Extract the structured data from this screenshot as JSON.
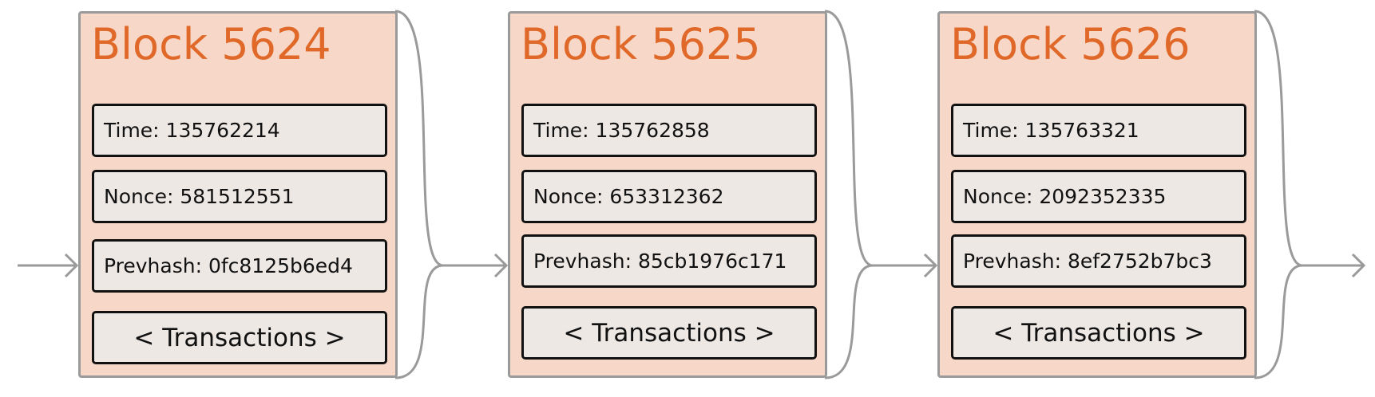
{
  "colors": {
    "block_fill": "#f7d8c8",
    "block_border": "#9a9a9a",
    "title_color": "#e0692a",
    "field_fill": "#eee8e5",
    "field_border": "#111111",
    "connector_color": "#9a9a9a"
  },
  "blocks": [
    {
      "title": "Block 5624",
      "time": "Time: 135762214",
      "nonce": "Nonce: 581512551",
      "prevhash": "Prevhash: 0fc8125b6ed4",
      "transactions": "< Transactions >"
    },
    {
      "title": "Block 5625",
      "time": "Time: 135762858",
      "nonce": "Nonce: 653312362",
      "prevhash": "Prevhash: 85cb1976c171",
      "transactions": "< Transactions >"
    },
    {
      "title": "Block 5626",
      "time": "Time: 135763321",
      "nonce": "Nonce: 2092352335",
      "prevhash": "Prevhash: 8ef2752b7bc3",
      "transactions": "< Transactions >"
    }
  ]
}
